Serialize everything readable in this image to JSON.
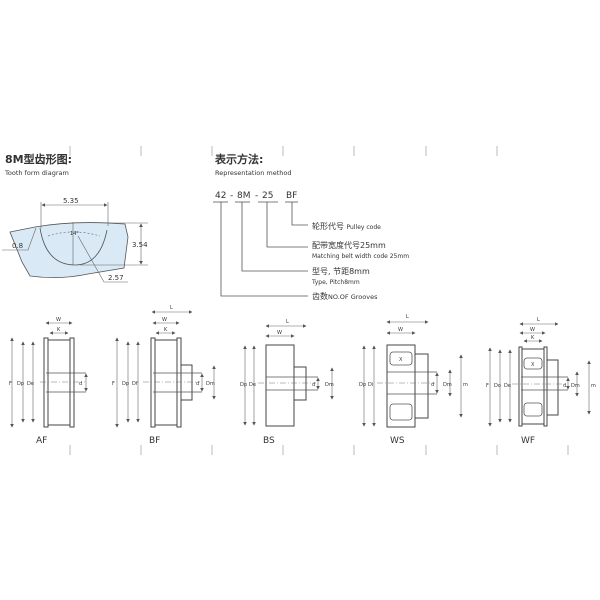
{
  "tooth": {
    "title_cn": "8M型齿形图:",
    "title_en": "Tooth form diagram",
    "dims": {
      "width": "5.35",
      "depth": "3.54",
      "tip_radius": "0.8",
      "root_radius": "2.57",
      "angle": "14°"
    },
    "fill_color": "#d9e9f5"
  },
  "representation": {
    "title_cn": "表示方法:",
    "title_en": "Representation method",
    "code": {
      "grooves": "42",
      "sep1": "-",
      "type": "8M",
      "sep2": "-",
      "width": "25",
      "profile": "BF"
    },
    "legend": {
      "profile_cn": "轮形代号",
      "profile_en": "Pulley code",
      "width_cn": "配带宽度代号25mm",
      "width_en": "Matching belt width code 25mm",
      "type_cn": "型号, 节距8mm",
      "type_en": "Type, Pitch8mm",
      "grooves_cn": "齿数",
      "grooves_en": "NO.OF Grooves"
    }
  },
  "pulleys": {
    "af": {
      "name": "AF",
      "F": "F",
      "Dp": "Dp",
      "De": "De",
      "W": "W",
      "K": "K",
      "d": "d"
    },
    "bf": {
      "name": "BF",
      "F": "F",
      "Dp": "Dp",
      "Df": "Df",
      "W": "W",
      "K": "K",
      "L": "L",
      "d": "d",
      "Dm": "Dm"
    },
    "bs": {
      "name": "BS",
      "Dp": "Dp",
      "De": "De",
      "W": "W",
      "L": "L",
      "d": "d",
      "Dm": "Dm"
    },
    "ws": {
      "name": "WS",
      "Dp": "Dp",
      "Di": "Di",
      "W": "W",
      "L": "L",
      "X": "X",
      "d": "d",
      "Dm": "Dm",
      "m": "m"
    },
    "wf": {
      "name": "WF",
      "F": "F",
      "Do": "Do",
      "De": "De",
      "W": "W",
      "K": "K",
      "L": "L",
      "X": "X",
      "d": "d",
      "Dm": "Dm",
      "m": "m"
    }
  }
}
